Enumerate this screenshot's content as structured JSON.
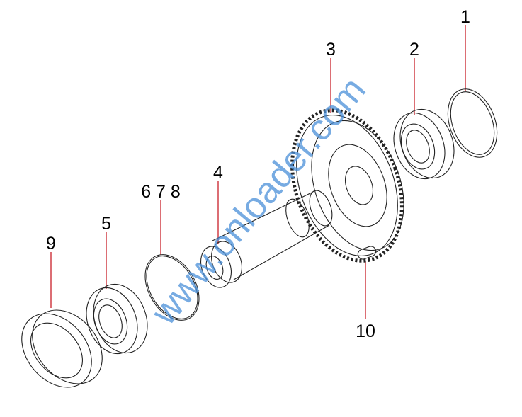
{
  "callouts": [
    {
      "id": "1",
      "label": "1"
    },
    {
      "id": "2",
      "label": "2"
    },
    {
      "id": "3",
      "label": "3"
    },
    {
      "id": "4",
      "label": "4"
    },
    {
      "id": "678",
      "label": "6 7 8"
    },
    {
      "id": "5",
      "label": "5"
    },
    {
      "id": "9",
      "label": "9"
    },
    {
      "id": "10",
      "label": "10"
    }
  ],
  "watermark": "www.onloader.com",
  "colors": {
    "leader": "#c8202a",
    "watermark": "#4a90d9"
  }
}
